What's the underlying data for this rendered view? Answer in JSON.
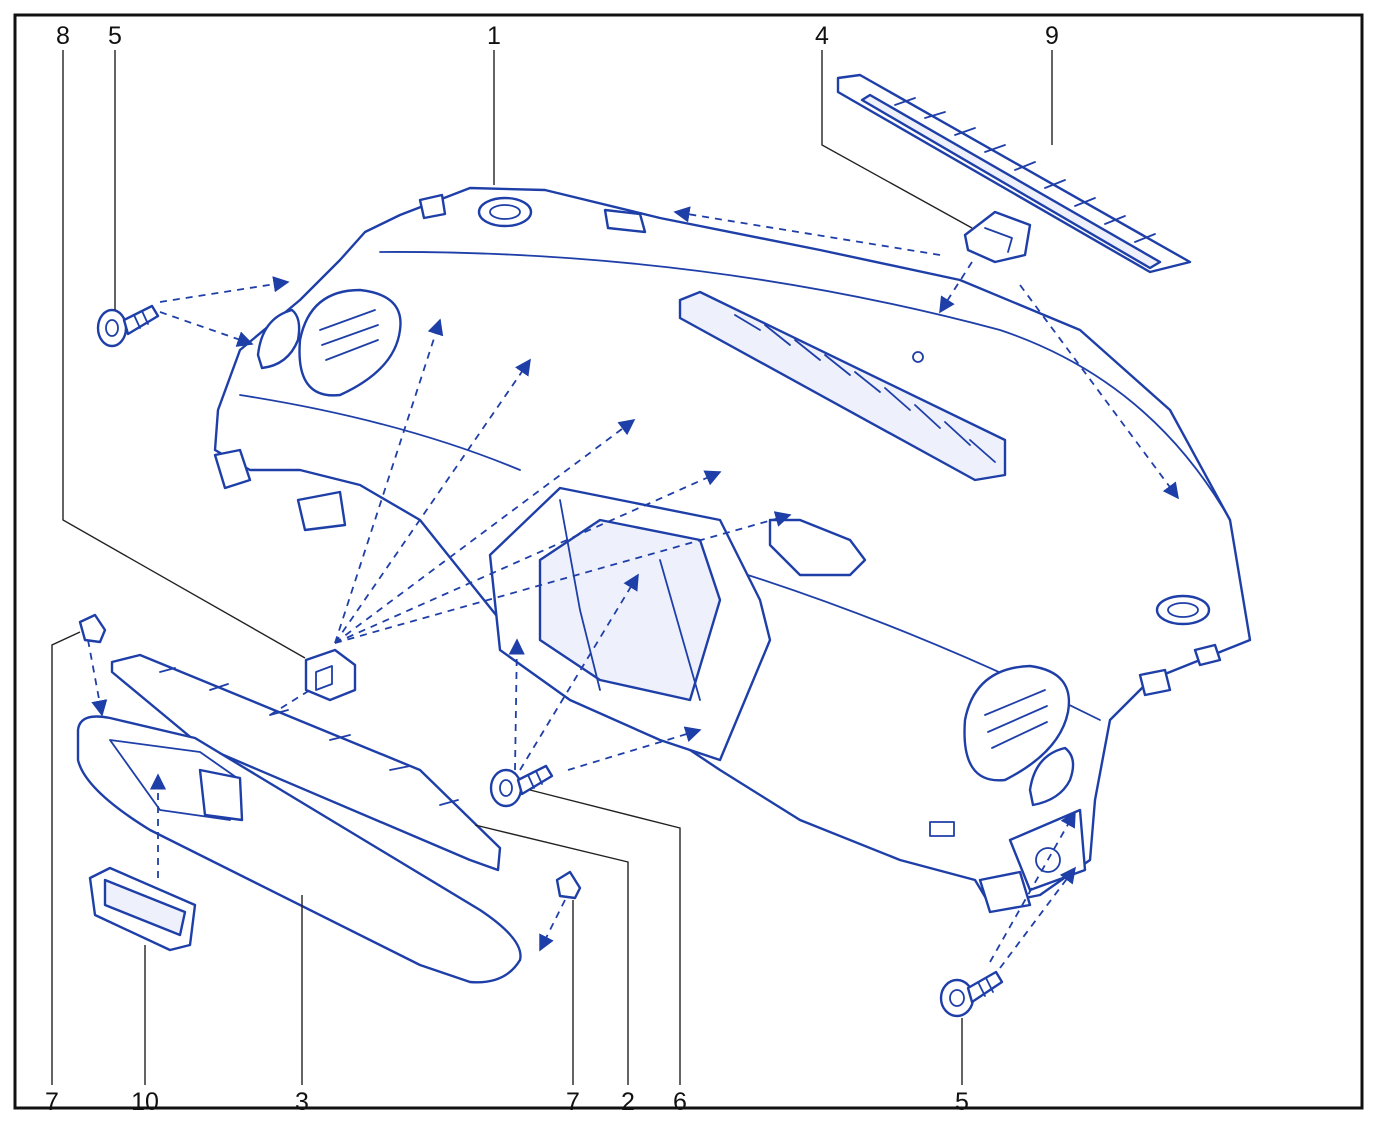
{
  "figure": {
    "line_color": "#1f3fa8",
    "text_color": "#111111",
    "callouts": {
      "c1": "1",
      "c2": "2",
      "c3": "3",
      "c4": "4",
      "c5_top": "5",
      "c5_bottom": "5",
      "c6": "6",
      "c7_left": "7",
      "c7_right": "7",
      "c8": "8",
      "c9": "9",
      "c10": "10"
    }
  }
}
